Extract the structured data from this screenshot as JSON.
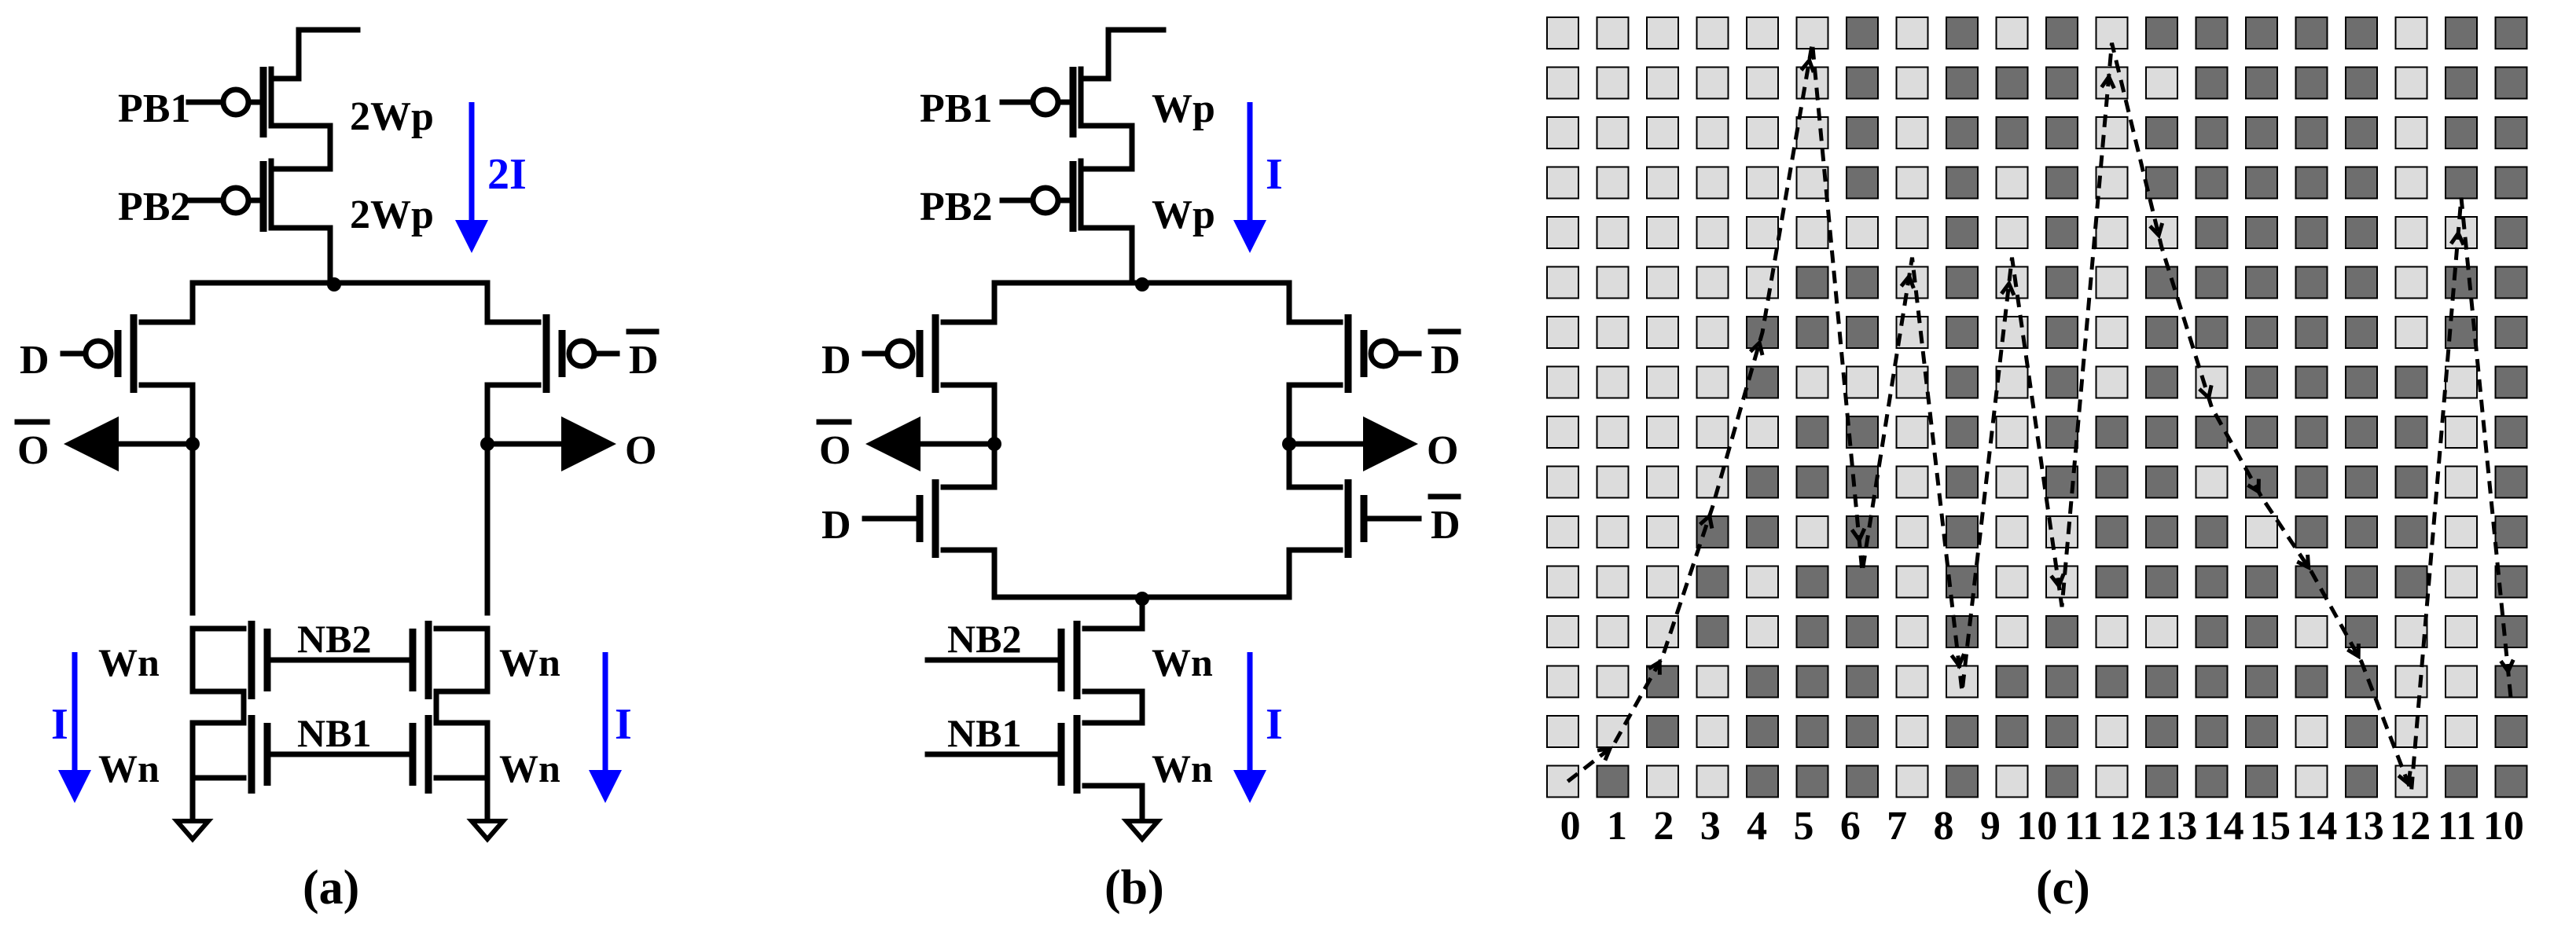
{
  "panels": {
    "a": {
      "caption": "(a)",
      "labels": {
        "pb1": "PB1",
        "pb2": "PB2",
        "w_top1": "2Wp",
        "w_top2": "2Wp",
        "current_top": "2I",
        "d": "D",
        "dbar": "D",
        "obar": "O",
        "o": "O",
        "nb2": "NB2",
        "nb1": "NB1",
        "wn_l1": "Wn",
        "wn_l2": "Wn",
        "wn_r1": "Wn",
        "wn_r2": "Wn",
        "i_left": "I",
        "i_right": "I"
      }
    },
    "b": {
      "caption": "(b)",
      "labels": {
        "pb1": "PB1",
        "pb2": "PB2",
        "w_top1": "Wp",
        "w_top2": "Wp",
        "current_top": "I",
        "d_top": "D",
        "dbar_top": "D",
        "obar": "O",
        "o": "O",
        "d_bot": "D",
        "dbar_bot": "D",
        "nb2": "NB2",
        "nb1": "NB1",
        "wn1": "Wn",
        "wn2": "Wn",
        "current_bot": "I"
      }
    },
    "c": {
      "caption": "(c)",
      "grid": {
        "rows": 16,
        "cols": 20,
        "light_color": "#dcdcdc",
        "dark_color": "#6e6e6e",
        "pattern_rows_top_to_bottom": [
          "LLLLLLDLDLDLDDDDDLDD",
          "LLLLLLDLDDDLLDDDDLDD",
          "LLLLLLDLDDDLDDDDDLDD",
          "LLLLLLDLDLDLDDDDDLDD",
          "LLLLLLLLDLDLLDDDDLLD",
          "LLLLLDDLDLDLDDDDDLDD",
          "LLLLDDDLDLDLDDDDDLDD",
          "LLLLDLLLDLDLDLDDDDLD",
          "LLLLLDDLDLDDDDDDDDLD",
          "LLLLDDDLDLDDDLDDDDLD",
          "LLLDDLDLDLLDDDLDDDLD",
          "LLLDLDDLDLLDDDDDDDLD",
          "LLLDLDDLDLDLLDDLDLLD",
          "LLDLDDDLLDDDDDDDDLLD",
          "LLDLDDDLDDDLDDDLDLLD",
          "LDLLDDDLDLDLDDDLDLDD"
        ],
        "column_labels": [
          "0",
          "1",
          "2",
          "3",
          "4",
          "5",
          "6",
          "7",
          "8",
          "9",
          "10",
          "11",
          "12",
          "13",
          "14",
          "15",
          "14",
          "13",
          "12",
          "11",
          "10"
        ],
        "path_points_col_row": [
          [
            0.1,
            15
          ],
          [
            1,
            14.3
          ],
          [
            2,
            12.5
          ],
          [
            3,
            9.5
          ],
          [
            4,
            6
          ],
          [
            5,
            0.2
          ],
          [
            6,
            10.8
          ],
          [
            7,
            4.5
          ],
          [
            8,
            13.2
          ],
          [
            9,
            4.5
          ],
          [
            10,
            11.5
          ],
          [
            11,
            0.2
          ],
          [
            12,
            4.3
          ],
          [
            13,
            7.5
          ],
          [
            14,
            9.3
          ],
          [
            15,
            10.8
          ],
          [
            16,
            12.6
          ],
          [
            17,
            15.2
          ],
          [
            18,
            3.3
          ],
          [
            19,
            13.4
          ]
        ]
      }
    }
  }
}
